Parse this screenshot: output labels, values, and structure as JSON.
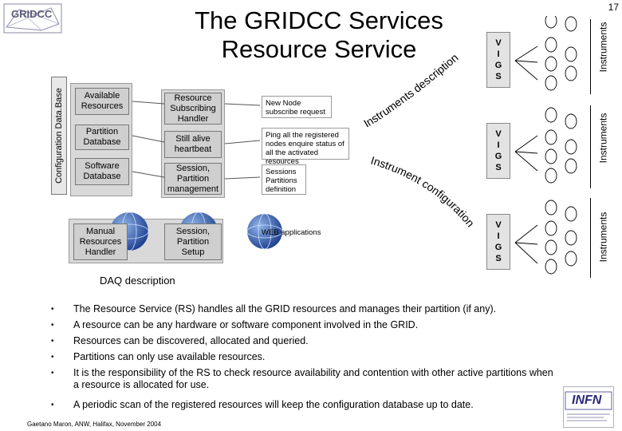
{
  "header": {
    "logo_text": "GRIDCC",
    "title_line1": "The GRIDCC Services",
    "title_line2": "Resource Service",
    "page_number": "17"
  },
  "left_panel": {
    "config_db_label": "Configuration Data.Base",
    "col1_boxes": [
      "Available Resources",
      "Partition Database",
      "Software Database"
    ],
    "col2_boxes": [
      "Resource Subscribing Handler",
      "Still alive heartbeat",
      "Session, Partition management"
    ],
    "descriptions": [
      "New Node subscribe request",
      "Ping all the registered nodes enquire status of all the activated resources",
      "Sessions Partitions definition"
    ],
    "bottom_boxes": [
      "Manual Resources Handler",
      "Session, Partition Setup"
    ],
    "web_label": "WEB applications"
  },
  "diagram_labels": {
    "instruments_description": "Instruments description",
    "instrument_configuration": "Instrument configuration",
    "daq_description": "DAQ description"
  },
  "right_panel": {
    "vigs_letters": [
      "V",
      "I",
      "G",
      "S"
    ],
    "instruments_label": "Instruments"
  },
  "bullets": [
    "The Resource Service (RS)  handles all the  GRID resources and manages their partition (if any).",
    "A resource can be any hardware or software component involved in the GRID.",
    "Resources can be  discovered, allocated and  queried.",
    "Partitions can only use available resources.",
    "It is the responsibility of the RS to check resource availability and contention with other active partitions when a resource is allocated for use.",
    "A periodic scan of the registered  resources will keep the configuration database up to date."
  ],
  "footer": "Gaetano Maron, ANW, Halifax, November 2004",
  "infn_logo_text": "INFN"
}
